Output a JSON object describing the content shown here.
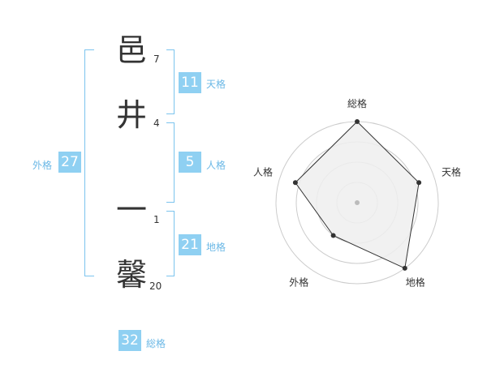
{
  "name_chars": [
    {
      "char": "邑",
      "strokes": "7"
    },
    {
      "char": "井",
      "strokes": "4"
    },
    {
      "char": "一",
      "strokes": "1"
    },
    {
      "char": "馨",
      "strokes": "20"
    }
  ],
  "fortunes": {
    "tenkaku": {
      "label": "天格",
      "value": "11"
    },
    "jinkaku": {
      "label": "人格",
      "value": "5"
    },
    "chikaku": {
      "label": "地格",
      "value": "21"
    },
    "gaikaku": {
      "label": "外格",
      "value": "27"
    },
    "soukaku": {
      "label": "総格",
      "value": "32"
    }
  },
  "chart_data": {
    "type": "radar",
    "axes": [
      "総格",
      "天格",
      "地格",
      "外格",
      "人格"
    ],
    "values": [
      5,
      4,
      5,
      2.5,
      4
    ],
    "rmax": 5,
    "rings": 4,
    "colors": {
      "fill": "#eeeeee",
      "line": "#333333",
      "grid": "#cccccc",
      "center": "#bbbbbb"
    }
  }
}
